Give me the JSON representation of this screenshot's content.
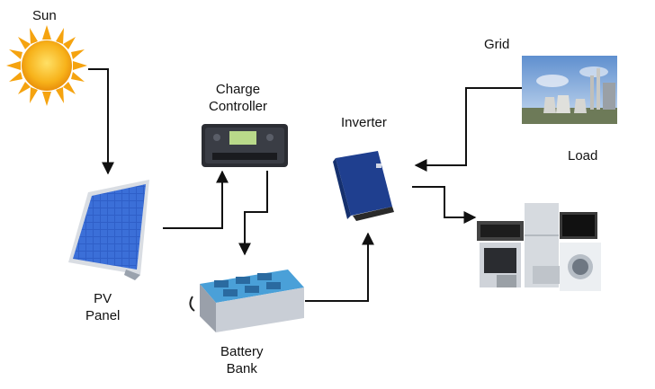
{
  "labels": {
    "sun": "Sun",
    "charge_controller": [
      "Charge",
      "Controller"
    ],
    "inverter": "Inverter",
    "grid": "Grid",
    "load": "Load",
    "pv_panel": [
      "PV",
      "Panel"
    ],
    "battery_bank": [
      "Battery",
      "Bank"
    ]
  },
  "colors": {
    "arrow": "#111111",
    "sun_core": "#f7b21a",
    "sun_rays": "#f5a30f",
    "panel_cell": "#2f5fc8",
    "panel_frame": "#d9dde3",
    "controller_body": "#2b2d33",
    "controller_screen": "#b9d98a",
    "inverter_body": "#1f3f8f",
    "battery_top": "#4aa0d8",
    "battery_body": "#c9ced6",
    "sky": "#7fa6d6",
    "appliance": "#cfd3d9"
  },
  "icons": [
    "sun-icon",
    "pv-panel-icon",
    "charge-controller-icon",
    "battery-bank-icon",
    "inverter-icon",
    "power-plant-icon",
    "appliances-icon"
  ]
}
